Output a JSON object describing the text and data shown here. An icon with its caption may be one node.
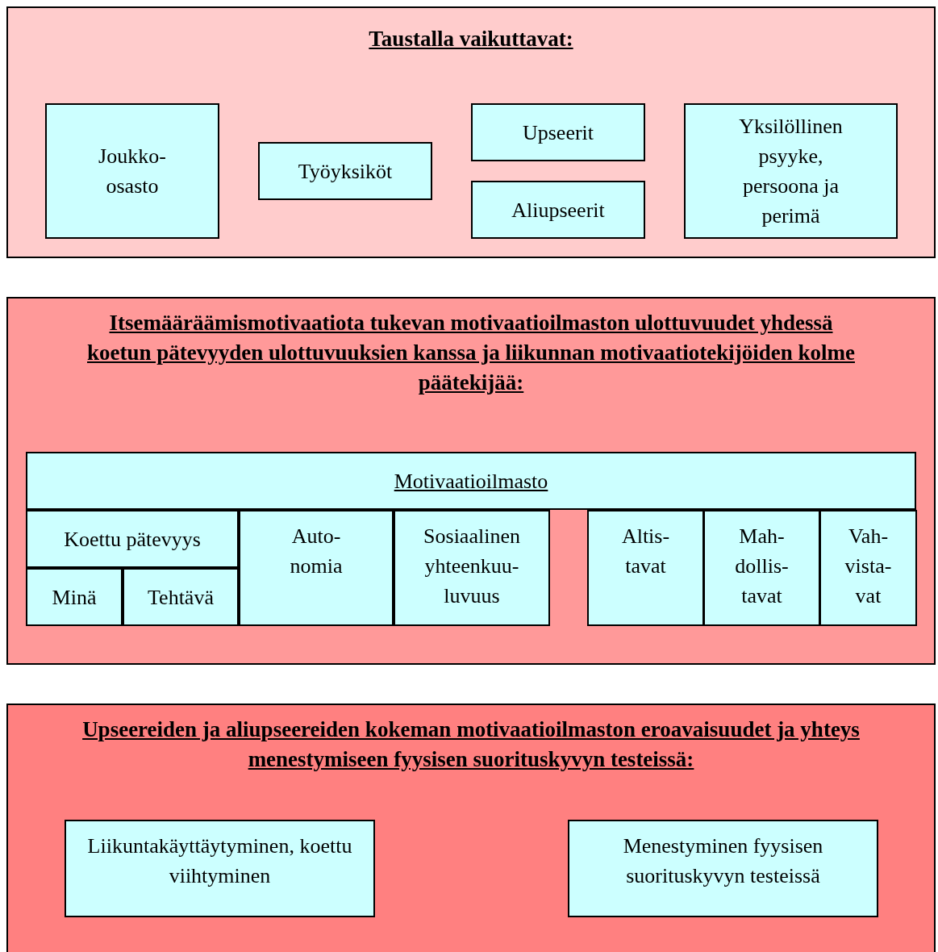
{
  "diagram": {
    "nodes": [
      {
        "text": [
          "Taustalla vaikuttavat:"
        ]
      },
      {
        "text": [
          "Joukko- osasto"
        ],
        "in": 0
      },
      {
        "text": [
          "Työyksiköt"
        ],
        "in": 0
      },
      {
        "text": [
          "Upseerit"
        ],
        "in": 0
      },
      {
        "text": [
          "Aliupseerit"
        ],
        "in": 0
      },
      {
        "text": [
          "Yksilöllinen psyyke, persoona ja perimä"
        ],
        "in": 0
      },
      {
        "text": [
          "Itsemääräämismotivaatiota tukevan motivaatioilmaston ulottuvuudet yhdessä koetun pätevyyden ulottuvuuksien kanssa ja liikunnan motivaatiotekijöiden kolme päätekijää:"
        ]
      },
      {
        "text": [
          "Motivaatioilmasto"
        ],
        "in": 6
      },
      {
        "text": [
          "Koettu pätevyys"
        ],
        "in": 6
      },
      {
        "text": [
          "Minä"
        ],
        "in": 6
      },
      {
        "text": [
          "Tehtävä"
        ],
        "in": 6
      },
      {
        "text": [
          "Auto- nomia"
        ],
        "in": 6
      },
      {
        "text": [
          "Sosiaalinen yhteenkuu- luvuus"
        ],
        "in": 6
      },
      {
        "text": [
          "Altis- tavat"
        ],
        "in": 6
      },
      {
        "text": [
          "Mah- dollis- tavat"
        ],
        "in": 6
      },
      {
        "text": [
          "Vah- vista- vat"
        ],
        "in": 6
      },
      {
        "text": [
          "Upseereiden ja aliupseereiden kokeman motivaatioilmaston eroavaisuudet ja yhteys menestymiseen fyysisen suorituskyvyn testeissä:"
        ]
      },
      {
        "text": [
          "Liikuntakäyttäytyminen, koettu viihtyminen"
        ],
        "in": 16
      },
      {
        "text": [
          "Menestyminen fyysisen suorituskyvyn testeissä"
        ],
        "in": 16
      }
    ]
  }
}
